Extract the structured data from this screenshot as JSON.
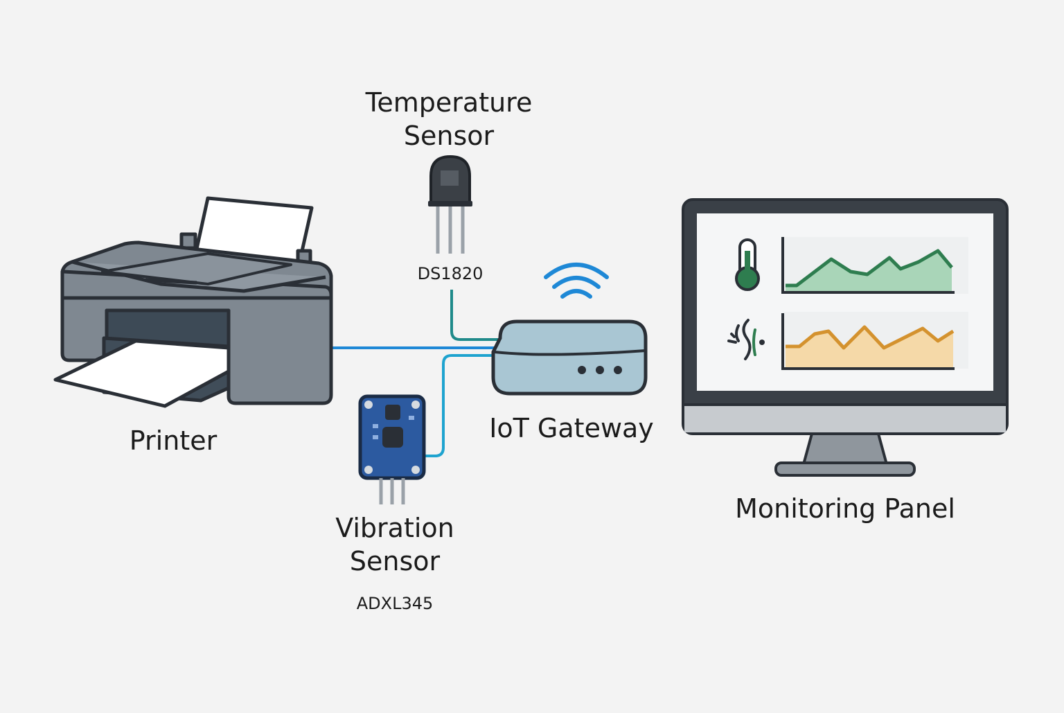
{
  "nodes": {
    "printer": {
      "label": "Printer"
    },
    "temperature_sensor": {
      "label_line1": "Temperature",
      "label_line2": "Sensor",
      "model": "DS1820"
    },
    "vibration_sensor": {
      "label_line1": "Vibration",
      "label_line2": "Sensor",
      "model": "ADXL345"
    },
    "iot_gateway": {
      "label": "IoT Gateway",
      "icon": "wifi-icon"
    },
    "monitoring_panel": {
      "label": "Monitoring Panel",
      "charts": [
        {
          "metric": "temperature",
          "icon": "thermometer-icon",
          "color": "#2e7d4f",
          "fill": "#a9d5b8"
        },
        {
          "metric": "vibration",
          "icon": "vibration-icon",
          "color": "#d4922e",
          "fill": "#f5d9a8"
        }
      ]
    }
  },
  "connections": [
    {
      "from": "printer",
      "to": "iot_gateway",
      "color": "#1e88d6"
    },
    {
      "from": "temperature_sensor",
      "to": "iot_gateway",
      "color": "#1f8a8a"
    },
    {
      "from": "vibration_sensor",
      "to": "iot_gateway",
      "color": "#1ea3cf"
    }
  ],
  "colors": {
    "background": "#f3f3f3",
    "outline": "#2a2f36",
    "printer_body": "#7f8891",
    "gateway_body": "#a9c6d3",
    "sensor_board": "#2c5aa0",
    "wifi": "#1e88d6"
  }
}
